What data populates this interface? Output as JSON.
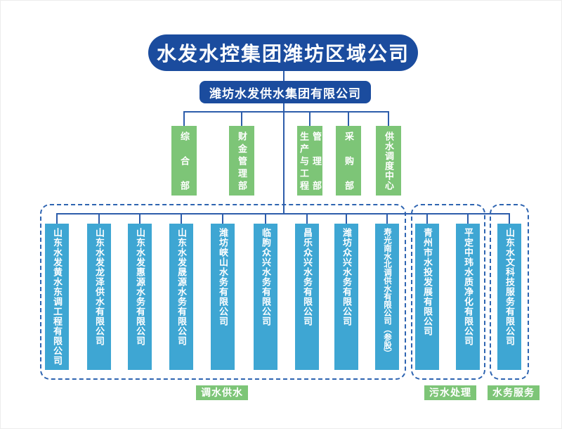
{
  "root_company": "水发水控集团潍坊区域公司",
  "group_company": "潍坊水发供水集团有限公司",
  "departments": [
    "综合部",
    "财金管理部",
    "生产与工程\n管理部",
    "采购部",
    "供水调度中心"
  ],
  "business_groups": [
    {
      "label": "调水供水",
      "companies": [
        "山东水发黄水东调工程有限公司",
        "山东水发龙泽供水有限公司",
        "山东水发惠源水务有限公司",
        "山东水发晟源水务有限公司",
        "潍坊峡山水务有限公司",
        "临朐众兴水务有限公司",
        "昌乐众兴水务有限公司",
        "潍坊众兴水务有限公司",
        "寿光南水北调供水有限公司（参股）"
      ]
    },
    {
      "label": "污水处理",
      "companies": [
        "青州市水投发展有限公司",
        "平定中玮水质净化有限公司"
      ]
    },
    {
      "label": "水务服务",
      "companies": [
        "山东水文科技服务有限公司"
      ]
    }
  ],
  "colors": {
    "primary_blue": "#1b4c9e",
    "connector_blue": "#2d5dab",
    "dashed_border_blue": "#2e64b1",
    "department_green": "#7dc577",
    "company_blue": "#3ea6d3"
  }
}
